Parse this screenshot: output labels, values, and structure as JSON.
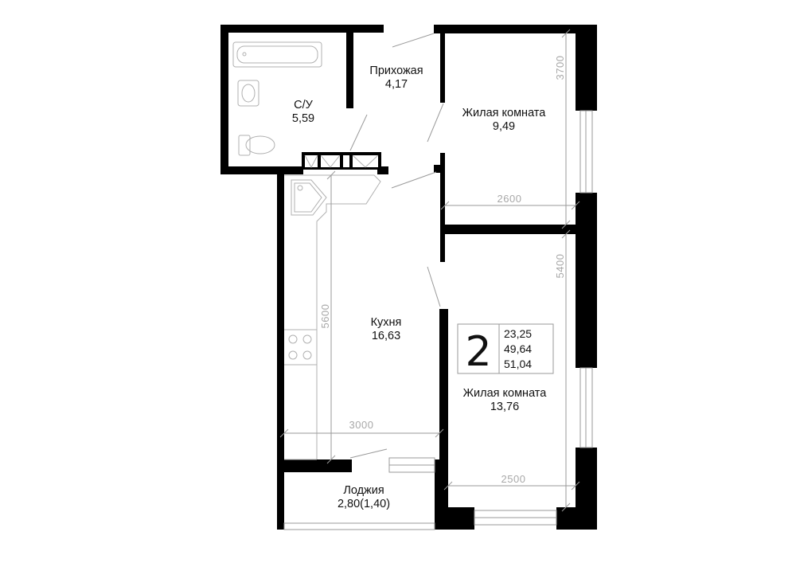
{
  "rooms": {
    "bathroom": {
      "name": "С/У",
      "area": "5,59"
    },
    "hallway": {
      "name": "Прихожая",
      "area": "4,17"
    },
    "living_room_1": {
      "name": "Жилая комната",
      "area": "9,49"
    },
    "kitchen": {
      "name": "Кухня",
      "area": "16,63"
    },
    "living_room_2": {
      "name": "Жилая комната",
      "area": "13,76"
    },
    "loggia": {
      "name": "Лоджия",
      "area": "2,80(1,40)"
    }
  },
  "dimensions": {
    "living_1_height": "3700",
    "living_1_width": "2600",
    "living_2_height": "5400",
    "living_2_width": "2500",
    "kitchen_height": "5600",
    "kitchen_width": "3000"
  },
  "summary": {
    "rooms_count": "2",
    "living_area": "23,25",
    "total_area": "49,64",
    "total_with_loggia": "51,04"
  }
}
